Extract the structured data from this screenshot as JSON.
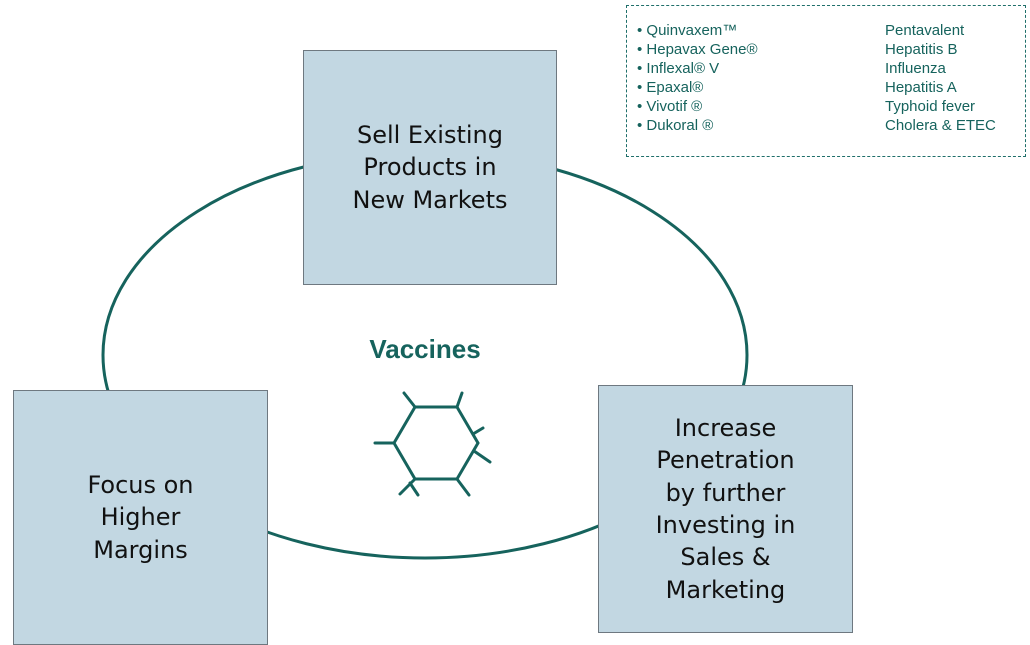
{
  "diagram": {
    "center_label": "Vaccines",
    "boxes": {
      "top": "Sell Existing\nProducts in\nNew Markets",
      "left": "Focus on\nHigher\nMargins",
      "right": "Increase\nPenetration\nby further\nInvesting in\nSales &\nMarketing"
    },
    "products": [
      {
        "name": "• Quinvaxem™",
        "type": "Pentavalent"
      },
      {
        "name": "• Hepavax Gene®",
        "type": "Hepatitis B"
      },
      {
        "name": "• Inflexal® V",
        "type": "Influenza"
      },
      {
        "name": "• Epaxal®",
        "type": "Hepatitis A"
      },
      {
        "name": "• Vivotif ®",
        "type": "Typhoid fever"
      },
      {
        "name": "• Dukoral ®",
        "type": "Cholera & ETEC"
      }
    ],
    "colors": {
      "accent": "#16635d",
      "box_fill": "#c2d7e2",
      "box_border": "#6e7880"
    }
  }
}
